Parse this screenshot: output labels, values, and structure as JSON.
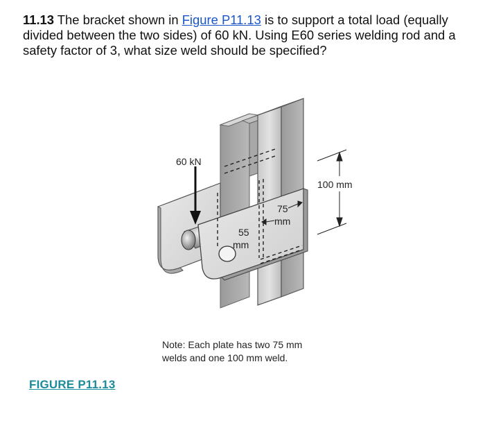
{
  "problem": {
    "number": "11.13",
    "text_1": " The bracket shown in ",
    "figure_link": "Figure P11.13",
    "text_2": " is to support a total load (equally divided between the two sides) of 60 kN. Using E60 series welding rod and a safety factor of 3, what size weld should be specified?"
  },
  "figure": {
    "load_label": "60 kN",
    "height_label": "100 mm",
    "weld_label_1": "75",
    "weld_label_1_unit": "mm",
    "weld_label_2": "55",
    "weld_label_2_unit": "mm",
    "note_line_1": "Note: Each plate has two 75 mm",
    "note_line_2": "welds and one 100 mm weld."
  },
  "caption": "FIGURE P11.13"
}
